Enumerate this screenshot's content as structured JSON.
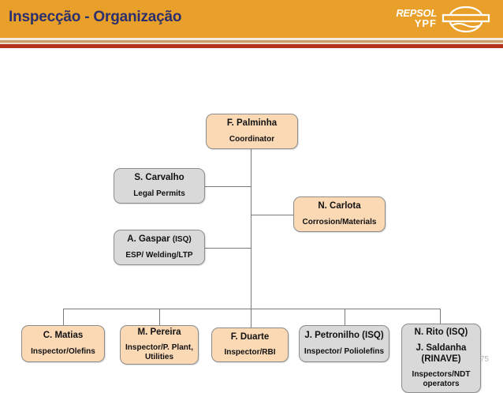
{
  "header": {
    "title": "Inspecção - Organização",
    "brand_line1": "REPSOL",
    "brand_line2": "YPF",
    "background_color": "#e8a02b",
    "title_color": "#2b2f6e",
    "accent_red": "#b5321a"
  },
  "chart_data": {
    "type": "diagram",
    "title": "Inspecção - Organização",
    "diagram_kind": "organization-chart",
    "colors": {
      "peach_node": "#fbd9b5",
      "gray_node": "#d9d9d9",
      "node_border": "#8c8c8c",
      "connector": "#7a7a7a"
    },
    "nodes": [
      {
        "id": "palminha",
        "name": "F. Palminha",
        "name_suffix": "",
        "role": "Coordinator",
        "fill": "peach",
        "level": 0
      },
      {
        "id": "carvalho",
        "name": "S. Carvalho",
        "name_suffix": "",
        "role": "Legal Permits",
        "fill": "gray",
        "level": 1
      },
      {
        "id": "carlota",
        "name": "N. Carlota",
        "name_suffix": "",
        "role": "Corrosion/Materials",
        "fill": "peach",
        "level": 1
      },
      {
        "id": "gaspar",
        "name": "A. Gaspar",
        "name_suffix": "(ISQ)",
        "role": "ESP/ Welding/LTP",
        "fill": "gray",
        "level": 1
      },
      {
        "id": "matias",
        "name": "C. Matias",
        "name_suffix": "",
        "role": "Inspector/Olefins",
        "fill": "peach",
        "level": 2
      },
      {
        "id": "pereira",
        "name": "M. Pereira",
        "name_suffix": "",
        "role": "Inspector/P. Plant, Utilities",
        "fill": "peach",
        "level": 2
      },
      {
        "id": "duarte",
        "name": "F. Duarte",
        "name_suffix": "",
        "role": "Inspector/RBI",
        "fill": "peach",
        "level": 2
      },
      {
        "id": "petronilho",
        "name": "J. Petronilho (ISQ)",
        "name_suffix": "",
        "role": "Inspector/ Poliolefins",
        "fill": "gray",
        "level": 2
      },
      {
        "id": "rito",
        "name": "N. Rito (ISQ)",
        "name2": "J. Saldanha (RINAVE)",
        "role": "Inspectors/NDT operators",
        "fill": "gray",
        "level": 2
      }
    ],
    "edges": [
      {
        "from": "palminha",
        "to": "carvalho"
      },
      {
        "from": "palminha",
        "to": "carlota"
      },
      {
        "from": "palminha",
        "to": "gaspar"
      },
      {
        "from": "palminha",
        "to": "matias"
      },
      {
        "from": "palminha",
        "to": "pereira"
      },
      {
        "from": "palminha",
        "to": "duarte"
      },
      {
        "from": "palminha",
        "to": "petronilho"
      },
      {
        "from": "palminha",
        "to": "rito"
      }
    ]
  },
  "footer": {
    "page_number": "75"
  }
}
